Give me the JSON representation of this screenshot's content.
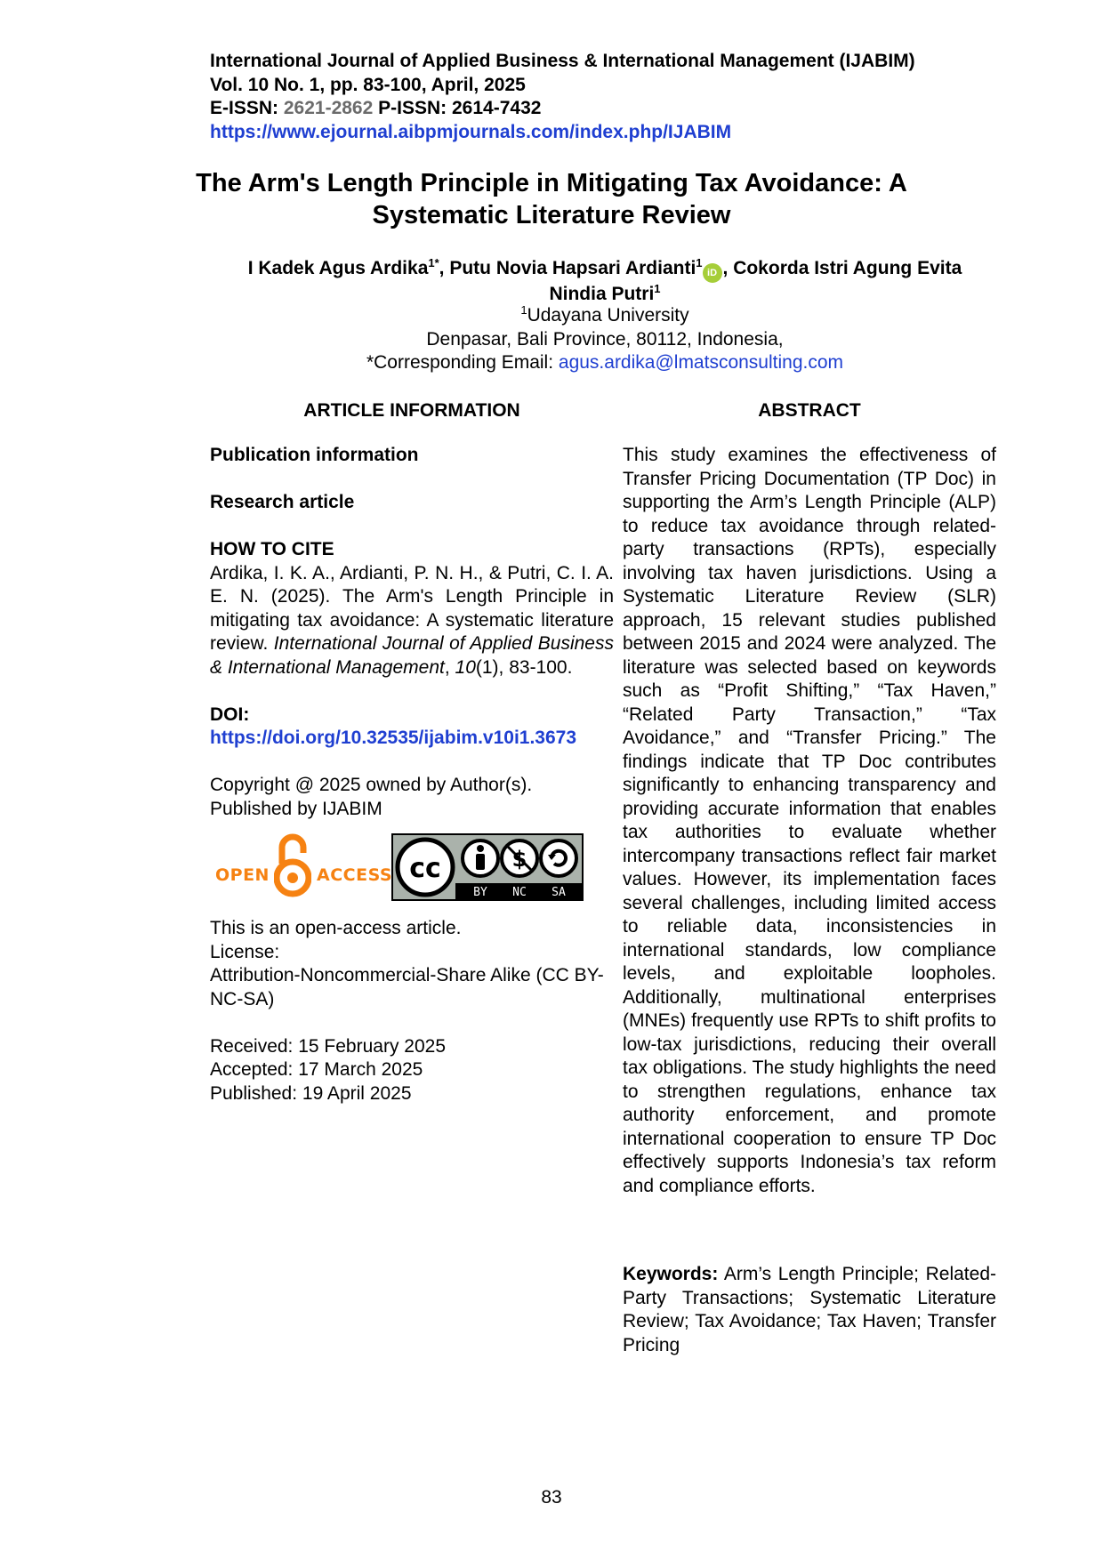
{
  "journal": {
    "name": "International Journal of Applied Business & International Management (IJABIM)",
    "volume": "Vol. 10 No. 1, pp. 83-100, April, 2025",
    "eissn_label": "E-ISSN:",
    "eissn_value": "2621-2862",
    "pissn_label": "P-ISSN:",
    "pissn_value": "2614-7432",
    "url": "https://www.ejournal.aibpmjournals.com/index.php/IJABIM"
  },
  "title": {
    "line1": "The Arm's Length Principle in Mitigating Tax Avoidance: A",
    "line2": "Systematic Literature Review"
  },
  "authors": {
    "author1": "I Kadek Agus Ardika",
    "author1_sup": "1*",
    "sep1": ", ",
    "author2": "Putu Novia Hapsari Ardianti",
    "author2_sup": "1",
    "orcid_icon_text": "iD",
    "sep2": ", ",
    "author3_part1": "Cokorda Istri Agung Evita",
    "author3_part2": "Nindia Putri",
    "author3_sup": "1"
  },
  "affiliation": {
    "sup": "1",
    "university": "Udayana University",
    "address": "Denpasar, Bali Province, 80112, Indonesia,",
    "email_label": "*Corresponding Email: ",
    "email": "agus.ardika@lmatsconsulting.com"
  },
  "headings": {
    "article_information": "ARTICLE INFORMATION",
    "abstract": "ABSTRACT"
  },
  "article_info": {
    "publication_information": "Publication information",
    "research_article": "Research article",
    "how_to_cite_label": "HOW TO CITE",
    "citation_pre": "Ardika, I. K. A., Ardianti, P. N. H., & Putri, C. I. A. E. N. (2025). The Arm's Length Principle in mitigating tax avoidance: A systematic literature review. ",
    "citation_journal": "International Journal of Applied Business & International Management",
    "citation_sep": ", ",
    "citation_volume": "10",
    "citation_post": "(1), 83-100.",
    "doi_label": "DOI:",
    "doi_url": "https://doi.org/10.32535/ijabim.v10i1.3673",
    "copyright": "Copyright @ 2025 owned by Author(s).",
    "published_by": "Published by IJABIM",
    "open_access_open": "OPEN",
    "open_access_access": "ACCESS",
    "cc_by": "BY",
    "cc_nc": "NC",
    "cc_sa": "SA",
    "open_access_article": "This is an open-access article.",
    "license_label": "License:",
    "license_value": "Attribution-Noncommercial-Share Alike (CC BY-NC-SA)",
    "received": "Received: 15 February 2025",
    "accepted": "Accepted: 17 March 2025",
    "published": "Published: 19 April 2025"
  },
  "abstract": {
    "text": "This study examines the effectiveness of Transfer Pricing Documentation (TP Doc) in supporting the Arm’s Length Principle (ALP) to reduce tax avoidance through related-party transactions (RPTs), especially involving tax haven jurisdictions. Using a Systematic Literature Review (SLR) approach, 15 relevant studies published between 2015 and 2024 were analyzed. The literature was selected based on keywords such as “Profit Shifting,” “Tax Haven,” “Related Party Transaction,” “Tax Avoidance,” and “Transfer Pricing.” The findings indicate that TP Doc contributes significantly to enhancing transparency and providing accurate information that enables tax authorities to evaluate whether intercompany transactions reflect fair market values. However, its implementation faces several challenges, including limited access to reliable data, inconsistencies in international standards, low compliance levels, and exploitable loopholes. Additionally, multinational enterprises (MNEs) frequently use RPTs to shift profits to low-tax jurisdictions, reducing their overall tax obligations. The study highlights the need to strengthen regulations, enhance tax authority enforcement, and promote international cooperation to ensure TP Doc effectively supports Indonesia’s tax reform and compliance efforts.",
    "keywords_label": "Keywords:",
    "keywords_value": " Arm’s Length Principle; Related-Party Transactions; Systematic Literature Review; Tax Avoidance; Tax Haven; Transfer Pricing"
  },
  "page_number": "83",
  "colors": {
    "link_blue": "#1f3fd1",
    "issn_grey": "#6b6b6b",
    "orcid_green": "#a6ce39",
    "open_access_orange": "#f68212"
  }
}
